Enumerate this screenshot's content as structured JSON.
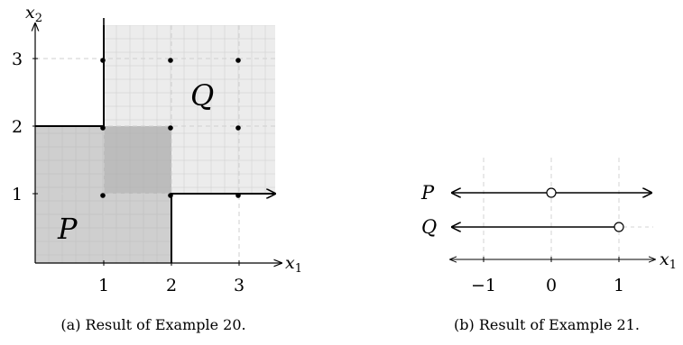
{
  "figure_a": {
    "caption": "(a) Result of Example 20.",
    "axis_x_label_var": "x",
    "axis_x_label_sub": "1",
    "axis_y_label_var": "x",
    "axis_y_label_sub": "2",
    "x_ticks": [
      "1",
      "2",
      "3"
    ],
    "y_ticks": [
      "1",
      "2",
      "3"
    ],
    "region_p_label": "P",
    "region_q_label": "Q",
    "points": [
      {
        "x": 1,
        "y": 3
      },
      {
        "x": 2,
        "y": 3
      },
      {
        "x": 3,
        "y": 3
      },
      {
        "x": 1,
        "y": 2
      },
      {
        "x": 2,
        "y": 2
      },
      {
        "x": 3,
        "y": 2
      },
      {
        "x": 1,
        "y": 1
      },
      {
        "x": 2,
        "y": 1
      },
      {
        "x": 3,
        "y": 1
      }
    ],
    "colors": {
      "p_fill": "#c8c8c8",
      "q_fill": "#ececec",
      "overlap_fill": "#bdbdbd"
    }
  },
  "figure_b": {
    "caption": "(b) Result of Example 21.",
    "axis_label_var": "x",
    "axis_label_sub": "1",
    "ticks": [
      "−1",
      "0",
      "1"
    ],
    "row_p_label": "P",
    "row_q_label": "Q",
    "p_open_point": 0,
    "q_open_point": 1
  }
}
